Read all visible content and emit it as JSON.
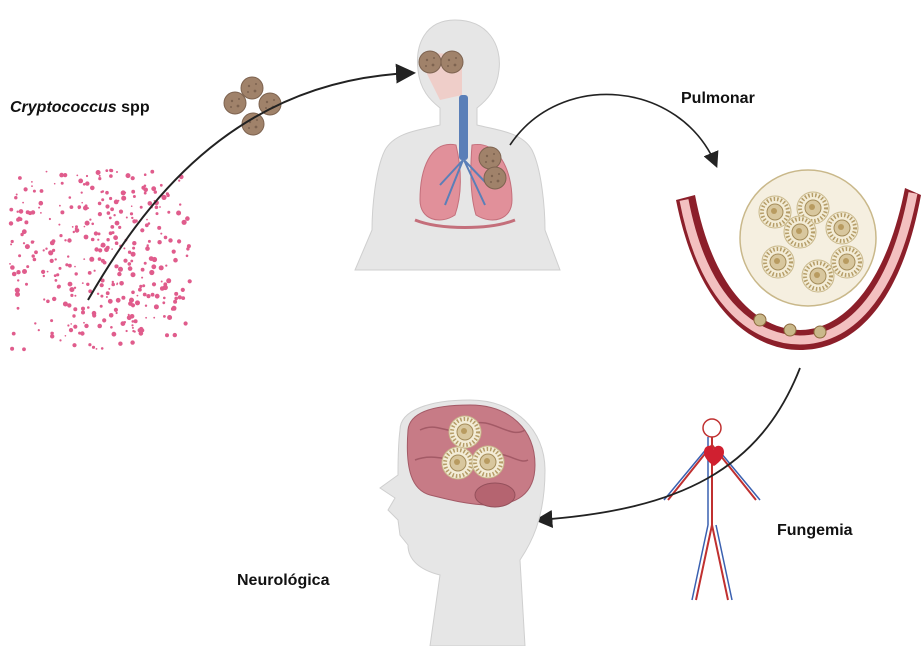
{
  "labels": {
    "source_genus": "Cryptococcus",
    "source_suffix": " spp",
    "pulmonary": "Pulmonar",
    "fungemia": "Fungemia",
    "neurological": "Neurológica"
  },
  "colors": {
    "spore_dots": "#e05c8c",
    "spore_cell": "#a0826a",
    "skin": "#e6e6e6",
    "lung": "#e1909a",
    "airway": "#5a7fb8",
    "vessel_wall": "#8c1f2a",
    "vessel_inner": "#f3c0c0",
    "brain": "#c77b86",
    "arrow": "#222222"
  },
  "icons": [
    "spore-cloud-icon",
    "cryptococcus-cell-icon",
    "human-torso-lungs-icon",
    "blood-vessel-cross-section-icon",
    "circulatory-system-icon",
    "human-head-brain-icon"
  ]
}
